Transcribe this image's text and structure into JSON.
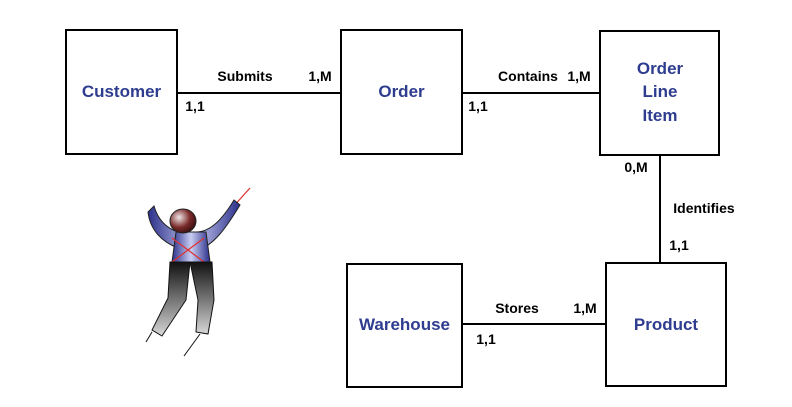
{
  "entities": {
    "customer": "Customer",
    "order": "Order",
    "order_line_item": [
      "Order",
      "Line",
      "Item"
    ],
    "warehouse": "Warehouse",
    "product": "Product"
  },
  "relationships": {
    "submits": {
      "label": "Submits",
      "card_left": "1,1",
      "card_right": "1,M"
    },
    "contains": {
      "label": "Contains",
      "card_left": "1,1",
      "card_right": "1,M"
    },
    "identifies": {
      "label": "Identifies",
      "card_top": "0,M",
      "card_bottom": "1,1"
    },
    "stores": {
      "label": "Stores",
      "card_left": "1,1",
      "card_right": "1,M"
    }
  },
  "colors": {
    "entity_text": "#2e3d8f",
    "line": "#000000",
    "figure_body": "#5a5fb5",
    "figure_legs": "#222222",
    "figure_accent": "#e03030"
  },
  "icons": [
    "stick-figure-clipart"
  ]
}
